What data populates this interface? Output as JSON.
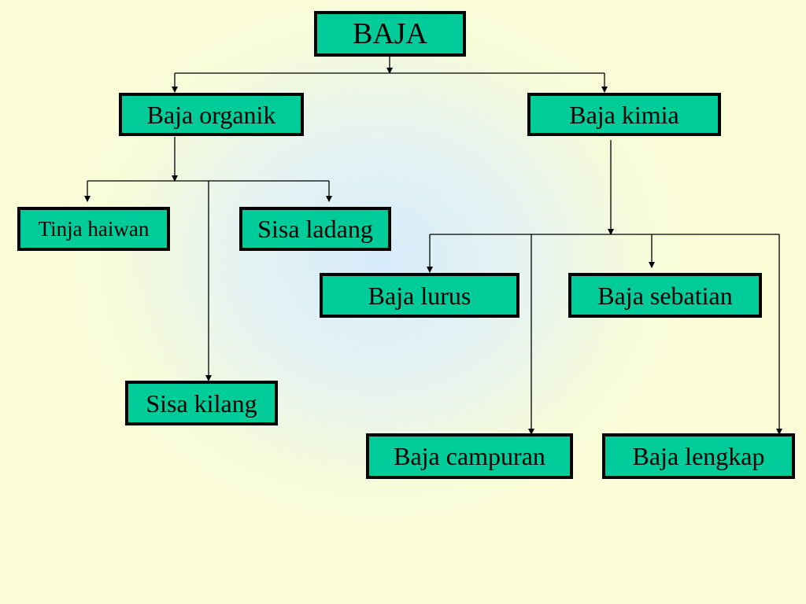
{
  "colors": {
    "node_fill": "#00cc99",
    "node_border": "#000000",
    "line": "#000000",
    "background": "#fbfdd6",
    "background_glow": "#d6ecfb"
  },
  "nodes": {
    "baja": "BAJA",
    "baja_organik": "Baja organik",
    "baja_kimia": "Baja kimia",
    "tinja_haiwan": "Tinja haiwan",
    "sisa_ladang": "Sisa ladang",
    "sisa_kilang": "Sisa kilang",
    "baja_lurus": "Baja lurus",
    "baja_sebatian": "Baja sebatian",
    "baja_campuran": "Baja campuran",
    "baja_lengkap": "Baja lengkap"
  },
  "edges": [
    {
      "from": "BAJA",
      "to": "Baja organik"
    },
    {
      "from": "BAJA",
      "to": "Baja kimia"
    },
    {
      "from": "Baja organik",
      "to": "Tinja haiwan"
    },
    {
      "from": "Baja organik",
      "to": "Sisa ladang"
    },
    {
      "from": "Baja organik",
      "to": "Sisa kilang"
    },
    {
      "from": "Baja kimia",
      "to": "Baja lurus"
    },
    {
      "from": "Baja kimia",
      "to": "Baja sebatian"
    },
    {
      "from": "Baja kimia",
      "to": "Baja campuran"
    },
    {
      "from": "Baja kimia",
      "to": "Baja lengkap"
    }
  ]
}
